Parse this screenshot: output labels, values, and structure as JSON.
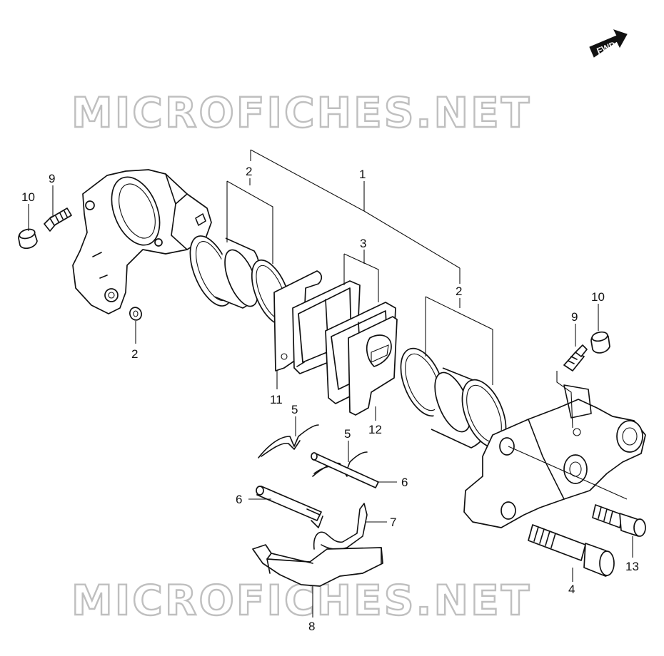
{
  "watermark": {
    "top": "MICROFICHES.NET",
    "bottom": "MICROFICHES.NET"
  },
  "fwd_marker": "FWD",
  "callouts": {
    "c1": "1",
    "c2_left_washer": "2",
    "c2_left_seal": "2",
    "c2_right_seal": "2",
    "c3": "3",
    "c4": "4",
    "c5_upper": "5",
    "c5_lower": "5",
    "c6_left": "6",
    "c6_right": "6",
    "c7": "7",
    "c8": "8",
    "c9_left": "9",
    "c9_right": "9",
    "c10_left": "10",
    "c10_right": "10",
    "c11": "11",
    "c12": "12",
    "c13": "13"
  }
}
